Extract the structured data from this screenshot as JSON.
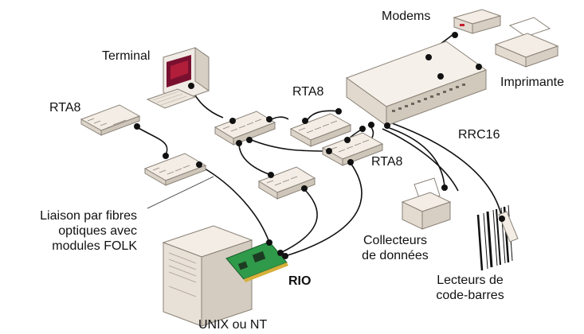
{
  "labels": {
    "modems": "Modems",
    "terminal": "Terminal",
    "rta8_center": "RTA8",
    "imprimante": "Imprimante",
    "rta8_left": "RTA8",
    "rrc16": "RRC16",
    "rta8_right": "RTA8",
    "fibre_line1": "Liaison par fibres",
    "fibre_line2": "optiques avec",
    "fibre_line3": "modules FOLK",
    "collecteurs_line1": "Collecteurs",
    "collecteurs_line2": "de données",
    "rio": "RIO",
    "lecteurs_line1": "Lecteurs de",
    "lecteurs_line2": "code-barres",
    "unix": "UNIX ou NT"
  },
  "colors": {
    "device_fill": "#f3ede5",
    "device_side": "#d9d1c6",
    "device_stroke": "#8a8278",
    "cable": "#111111",
    "connector": "#111111",
    "board": "#2f9a4a",
    "screen": "#7a1030"
  }
}
